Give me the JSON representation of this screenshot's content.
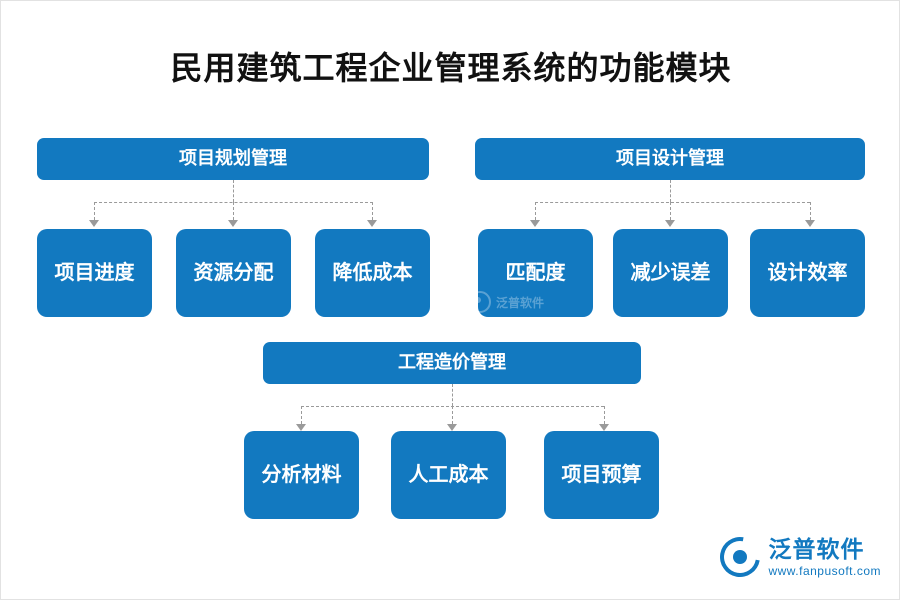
{
  "page": {
    "title": "民用建筑工程企业管理系统的功能模块",
    "accent_color": "#1279c0",
    "connector_color": "#9a9a9a",
    "background": "#ffffff"
  },
  "diagram": {
    "groups": [
      {
        "parent": {
          "label": "项目规划管理"
        },
        "children": [
          {
            "label": "项目进度"
          },
          {
            "label": "资源分配"
          },
          {
            "label": "降低成本"
          }
        ]
      },
      {
        "parent": {
          "label": "项目设计管理"
        },
        "children": [
          {
            "label": "匹配度"
          },
          {
            "label": "减少误差"
          },
          {
            "label": "设计效率"
          }
        ]
      },
      {
        "parent": {
          "label": "工程造价管理"
        },
        "children": [
          {
            "label": "分析材料"
          },
          {
            "label": "人工成本"
          },
          {
            "label": "项目预算"
          }
        ]
      }
    ]
  },
  "watermark": {
    "center_text": "泛普软件",
    "logo_name": "泛普软件",
    "logo_url": "www.fanpusoft.com"
  }
}
